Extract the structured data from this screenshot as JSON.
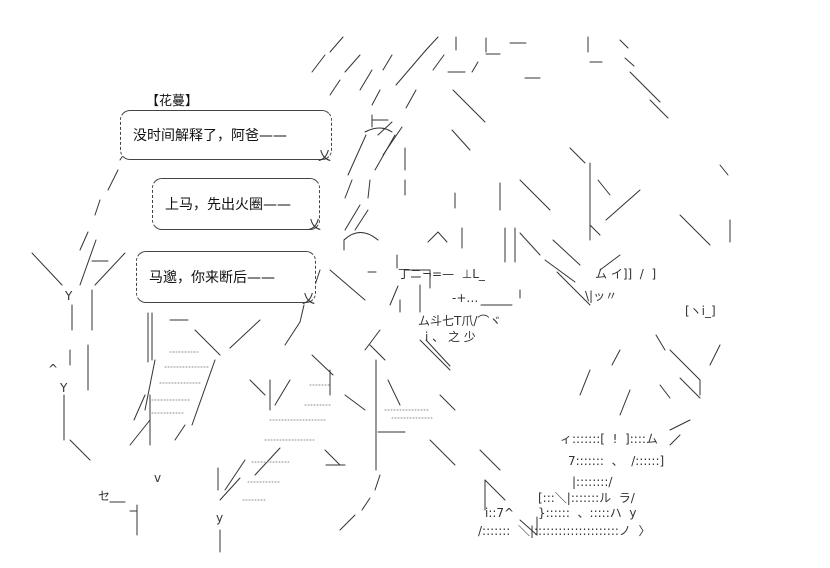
{
  "speaker": {
    "name": "【花蔓】"
  },
  "dialogue": [
    {
      "text": "没时间解释了，阿爸——"
    },
    {
      "text": "上马，先出火圈——"
    },
    {
      "text": "马邈，你来断后——"
    }
  ],
  "art_text": {
    "mouth_line": "ム斗七T爪/⌒ヾ",
    "mouth_sub": "i 、 之 少",
    "teeth_bar": "丁ニ¬=—  ⊥L_",
    "plus_bar": "-+…",
    "right_mid": "ム イ]]  /  ]",
    "right_mid2": "\\|ッ〃",
    "right_eye": "[ヽi_]",
    "hand_lower_1": "ィ:::::::[  !  ]::::ム",
    "hand_lower_2": "7:::::::  、  /::::::]",
    "hand_lower_3": "|::::::::/",
    "hand_lower_4": "[:::＼|:::::::ル  ラ/",
    "hand_lower_5": "}::::::  、:::::ハ  y",
    "hand_lower_6": "/:::::::  ＼|:::::::::::::::::::::ノ  〉",
    "hand_lower_7": "i::7^",
    "left_y1": "Y",
    "left_y2": "Y",
    "left_se": "セ",
    "left_v": "v",
    "left_y3": "y",
    "left_hat": "^",
    "bubble_tail": "乂"
  }
}
